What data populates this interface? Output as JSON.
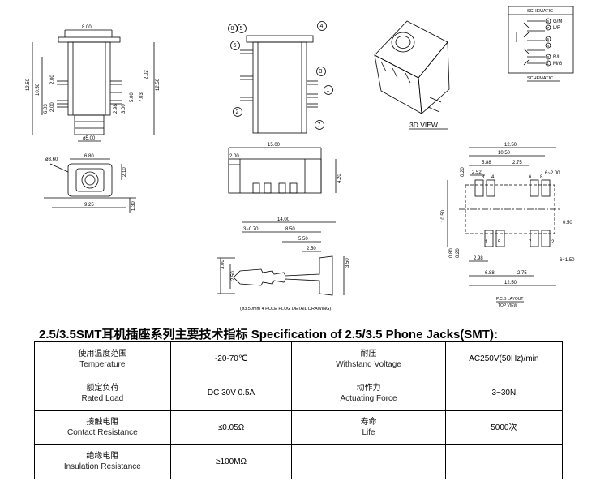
{
  "front_view": {
    "width": "8.00",
    "height": "12.50",
    "h_inner": "10.50",
    "d_left_1": "2.00",
    "d_left_2": "6.03",
    "d_left_3": "2.00",
    "d_right_1": "2.02",
    "d_right_2": "5.00",
    "d_right_3": "7.03",
    "d_right_4": "2.98",
    "d_right_5": "3.00",
    "hole": "ø5.00"
  },
  "top_view": {
    "hole": "ø3.60",
    "width": "6.80",
    "h": "2.10",
    "base": "9.25",
    "side": "1.30"
  },
  "numbered_view": {
    "labels": [
      "8",
      "5",
      "6",
      "4",
      "3",
      "1",
      "2",
      "7"
    ]
  },
  "label_3d": "3D VIEW",
  "schematic": {
    "title": "SCHEMATIC",
    "caption": "SCHEMATIC",
    "pins": [
      {
        "num": "6",
        "name": "G/M"
      },
      {
        "num": "7",
        "name": "L/R"
      },
      {
        "num": "5",
        "name": ""
      },
      {
        "num": "4",
        "name": ""
      },
      {
        "num": "8",
        "name": "R/L"
      },
      {
        "num": "1",
        "name": "M/G"
      }
    ]
  },
  "side_view": {
    "len": "15.00",
    "h": "2.00",
    "w": "4.20"
  },
  "plug": {
    "len_total": "14.00",
    "seg1": "3~0.70",
    "seg2": "8.50",
    "seg3": "5.50",
    "seg4": "2.50",
    "d1": "3.00",
    "d2": "2.50",
    "d3": "3.50",
    "caption": "(ø3.50mm 4 POLE PLUG DETAIL DRAWING)"
  },
  "pcb": {
    "w_total": "12.50",
    "w2": "10.50",
    "w3": "5.88",
    "w4": "2.75",
    "w5": "2.52",
    "w6": "6~2.00",
    "h_total": "10.50",
    "h2": "0.20",
    "h3": "0.50",
    "h4": "0.80",
    "h5": "0.20",
    "b1": "2.98",
    "b2": "6~1.50",
    "b3": "6.88",
    "b4": "2.75",
    "b5": "12.50",
    "pins": [
      "3",
      "4",
      "6",
      "8",
      "1",
      "5",
      "7",
      "2"
    ],
    "caption1": "P.C.B LAYOUT",
    "caption2": "TOP VIEW"
  },
  "spec_title": "2.5/3.5SMT耳机插座系列主要技术指标 Specification of 2.5/3.5 Phone Jacks(SMT):",
  "spec": [
    {
      "k1_cn": "使用温度范围",
      "k1_en": "Temperature",
      "v1": "-20-70℃",
      "k2_cn": "耐压",
      "k2_en": "Withstand Voltage",
      "v2": "AC250V(50Hz)/min"
    },
    {
      "k1_cn": "额定负荷",
      "k1_en": "Rated Load",
      "v1": "DC 30V 0.5A",
      "k2_cn": "动作力",
      "k2_en": "Actuating Force",
      "v2": "3~30N"
    },
    {
      "k1_cn": "接触电阻",
      "k1_en": "Contact Resistance",
      "v1": "≤0.05Ω",
      "k2_cn": "寿命",
      "k2_en": "Life",
      "v2": "5000次"
    },
    {
      "k1_cn": "绝缘电阻",
      "k1_en": "Insulation Resistance",
      "v1": "≥100MΩ",
      "k2_cn": "",
      "k2_en": "",
      "v2": ""
    }
  ]
}
